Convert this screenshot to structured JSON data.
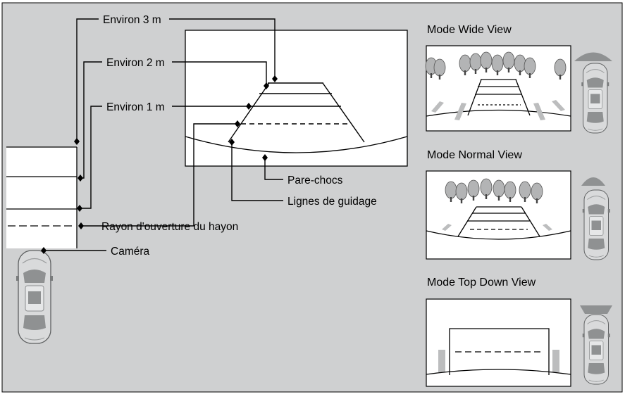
{
  "colors": {
    "background": "#ffffff",
    "panel": "#cfd0d1",
    "line": "#000000",
    "car_body": "#d9dadb",
    "car_glass": "#8f9192",
    "tree": "#b3b4b5",
    "marker": "#bcbdbe"
  },
  "distance_labels": {
    "d3": "Environ 3 m",
    "d2": "Environ 2 m",
    "d1": "Environ 1 m"
  },
  "callouts": {
    "bumper": "Pare-chocs",
    "guide_lines": "Lignes de guidage",
    "tailgate_radius": "Rayon d'ouverture du hayon",
    "camera": "Caméra"
  },
  "modes": [
    {
      "title": "Mode Wide View"
    },
    {
      "title": "Mode Normal View"
    },
    {
      "title": "Mode Top Down View"
    }
  ],
  "icons": [
    "car-top-view-icon",
    "camera-range-icon",
    "tree-icon",
    "diamond-marker-icon"
  ]
}
